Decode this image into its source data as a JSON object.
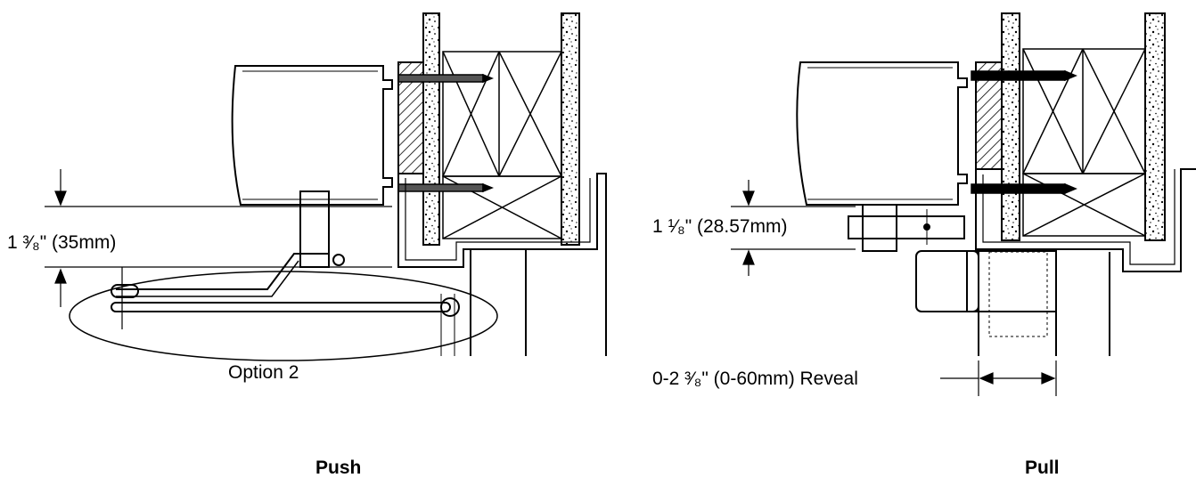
{
  "push": {
    "dimension_label": "1 ³⁄₈\" (35mm)",
    "option_label": "Option 2",
    "caption": "Push"
  },
  "pull": {
    "dimension_label": "1 ¹⁄₈\" (28.57mm)",
    "reveal_label": "0-2 ³⁄₈\" (0-60mm) Reveal",
    "caption": "Pull"
  }
}
